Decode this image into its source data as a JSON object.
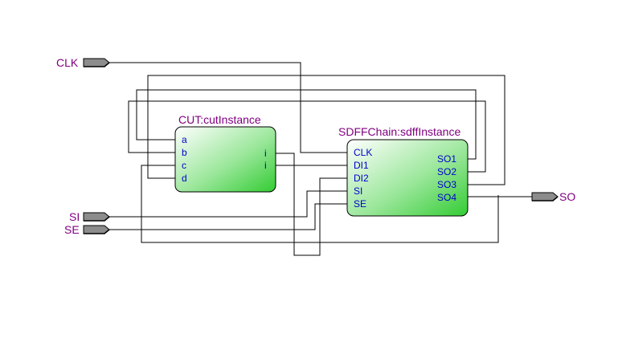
{
  "ports": {
    "clk": "CLK",
    "si": "SI",
    "se": "SE",
    "so": "SO"
  },
  "cut": {
    "title": "CUT:cutInstance",
    "inputs": [
      "a",
      "b",
      "c",
      "d"
    ],
    "outputs": [
      "i",
      "i"
    ]
  },
  "sdff": {
    "title": "SDFFChain:sdffInstance",
    "inputs": [
      "CLK",
      "DI1",
      "DI2",
      "SI",
      "SE"
    ],
    "outputs": [
      "SO1",
      "SO2",
      "SO3",
      "SO4"
    ]
  },
  "colors": {
    "label": "#800080",
    "pin": "#0000cc",
    "block_light": "#ffffff",
    "block_dark": "#33cc33",
    "port": "#8c8c8c"
  }
}
